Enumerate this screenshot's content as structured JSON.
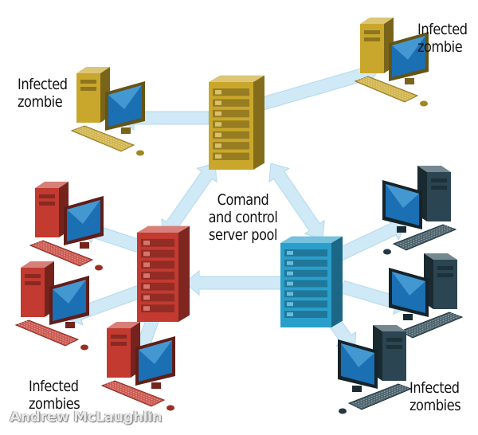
{
  "labels": {
    "top_left": [
      "Infected",
      "zombie"
    ],
    "top_right": [
      "Infected",
      "zombie"
    ],
    "center": [
      "Comand",
      "and control",
      "server pool"
    ],
    "bottom_left": [
      "Infected",
      "zombies"
    ],
    "bottom_right": [
      "Infected",
      "zombies"
    ]
  },
  "watermark": "Andrew McLaughlin",
  "colors": {
    "yellow": "#c9a72c",
    "red": "#c23a30",
    "blue": "#2b9fcc",
    "dark_teal": "#2b4652",
    "arrow": "#cfe9f6",
    "screen": "#1b6fb3"
  },
  "nodes": {
    "servers": [
      {
        "name": "command-server-yellow",
        "color": "yellow"
      },
      {
        "name": "command-server-red",
        "color": "red"
      },
      {
        "name": "command-server-blue",
        "color": "blue"
      }
    ],
    "zombies": [
      {
        "name": "zombie-top-left",
        "color": "yellow"
      },
      {
        "name": "zombie-top-right",
        "color": "yellow"
      },
      {
        "name": "zombie-red-1",
        "color": "red"
      },
      {
        "name": "zombie-red-2",
        "color": "red"
      },
      {
        "name": "zombie-red-3",
        "color": "red"
      },
      {
        "name": "zombie-blue-1",
        "color": "dark_teal"
      },
      {
        "name": "zombie-blue-2",
        "color": "dark_teal"
      },
      {
        "name": "zombie-blue-3",
        "color": "dark_teal"
      }
    ]
  }
}
